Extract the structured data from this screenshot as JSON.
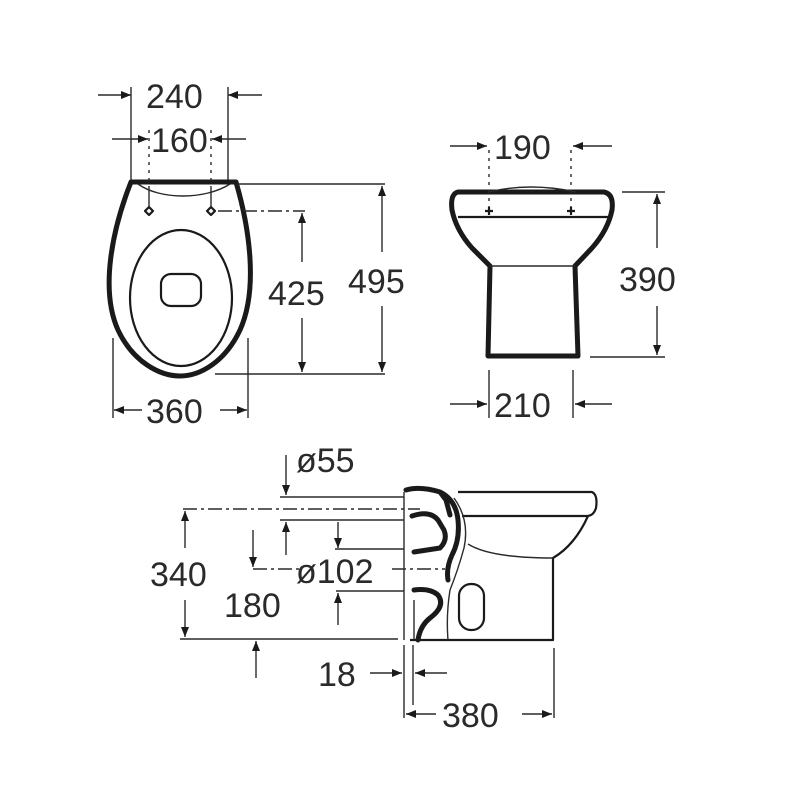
{
  "diagram": {
    "subject": "Floor-standing toilet technical dimension drawing",
    "units": "mm",
    "colors": {
      "line": "#1a1a1a",
      "text": "#2a2a2a",
      "background": "#ffffff"
    },
    "top_view": {
      "name": "Top (plan) view",
      "dimensions": {
        "outer_top_width": "240",
        "fixing_hole_spacing": "160",
        "overall_width": "360",
        "hole_to_front": "425",
        "overall_length": "495"
      }
    },
    "front_view": {
      "name": "Front view",
      "dimensions": {
        "top_fixing_spacing": "190",
        "height": "390",
        "base_width": "210"
      }
    },
    "side_view": {
      "name": "Side view",
      "dimensions": {
        "inlet_diameter": "ø55",
        "inlet_height": "340",
        "outlet_diameter": "ø102",
        "outlet_height": "180",
        "wall_gap": "18",
        "overall_depth": "380"
      }
    }
  }
}
